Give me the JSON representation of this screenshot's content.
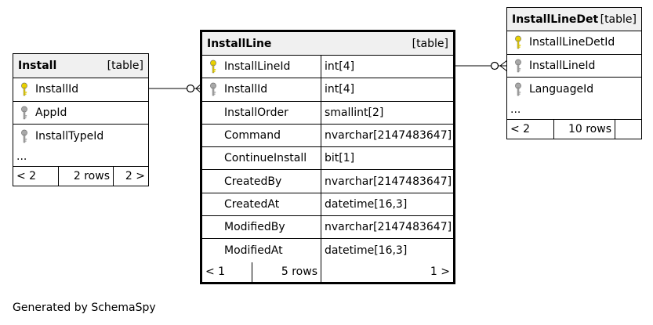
{
  "footer_text": "Generated by SchemaSpy",
  "colors": {
    "pk_key": "#e8d000",
    "fk_key": "#a8a8a8",
    "header_bg": "#f0f0f0"
  },
  "tables": {
    "install": {
      "name": "Install",
      "type": "[table]",
      "columns": [
        {
          "name": "InstallId",
          "key": "pk"
        },
        {
          "name": "AppId",
          "key": "fk"
        },
        {
          "name": "InstallTypeId",
          "key": "fk"
        }
      ],
      "ellipsis": "...",
      "footer": {
        "left": "< 2",
        "mid": "2 rows",
        "right": "2 >"
      }
    },
    "installline": {
      "name": "InstallLine",
      "type": "[table]",
      "columns": [
        {
          "name": "InstallLineId",
          "type": "int[4]",
          "key": "pk"
        },
        {
          "name": "InstallId",
          "type": "int[4]",
          "key": "fk"
        },
        {
          "name": "InstallOrder",
          "type": "smallint[2]",
          "key": ""
        },
        {
          "name": "Command",
          "type": "nvarchar[2147483647]",
          "key": ""
        },
        {
          "name": "ContinueInstall",
          "type": "bit[1]",
          "key": ""
        },
        {
          "name": "CreatedBy",
          "type": "nvarchar[2147483647]",
          "key": ""
        },
        {
          "name": "CreatedAt",
          "type": "datetime[16,3]",
          "key": ""
        },
        {
          "name": "ModifiedBy",
          "type": "nvarchar[2147483647]",
          "key": ""
        },
        {
          "name": "ModifiedAt",
          "type": "datetime[16,3]",
          "key": ""
        }
      ],
      "footer": {
        "left": "< 1",
        "mid": "5 rows",
        "right": "1 >"
      }
    },
    "installlinedet": {
      "name": "InstallLineDet",
      "type": "[table]",
      "columns": [
        {
          "name": "InstallLineDetId",
          "key": "pk"
        },
        {
          "name": "InstallLineId",
          "key": "fk"
        },
        {
          "name": "LanguageId",
          "key": "fk"
        }
      ],
      "ellipsis": "...",
      "footer": {
        "left": "< 2",
        "mid": "10 rows"
      }
    }
  }
}
